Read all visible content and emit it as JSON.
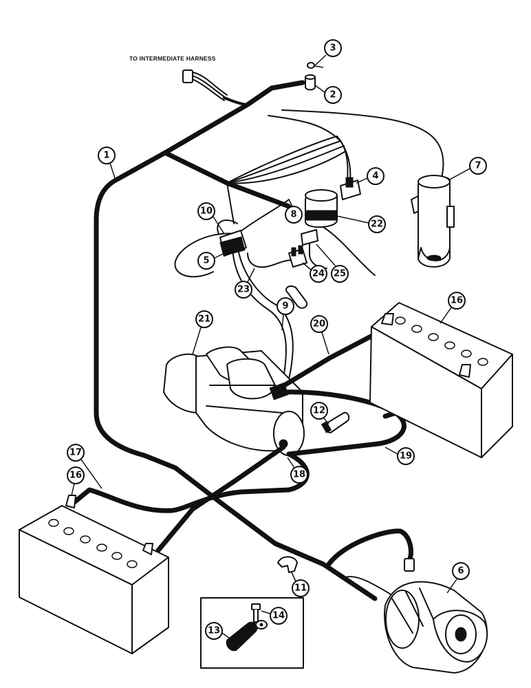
{
  "diagram": {
    "harness_label": "TO INTERMEDIATE HARNESS",
    "callouts": {
      "c1": "1",
      "c2": "2",
      "c3": "3",
      "c4": "4",
      "c5": "5",
      "c6": "6",
      "c7": "7",
      "c8": "8",
      "c9": "9",
      "c10": "10",
      "c11": "11",
      "c12": "12",
      "c13": "13",
      "c14": "14",
      "c16a": "16",
      "c16b": "16",
      "c17": "17",
      "c18": "18",
      "c19": "19",
      "c20": "20",
      "c21": "21",
      "c22": "22",
      "c23": "23",
      "c24": "24",
      "c25": "25"
    }
  }
}
